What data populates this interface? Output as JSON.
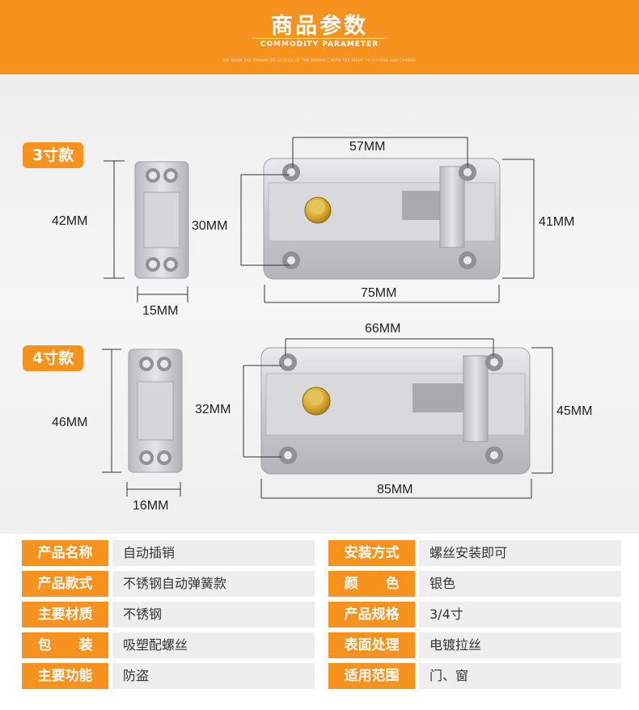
{
  "header": {
    "title": "商品参数",
    "subtitle": "COMMODITY PARAMETER",
    "small_text": "WE SHOW THE PARAMETER DETAILS OF THE PRODUCT WITH THE RIGHT TO CHOOSE AND CHANGE"
  },
  "models": [
    {
      "badge": "3寸款",
      "keeper_height": "42MM",
      "keeper_width": "15MM",
      "hole_spacing": "30MM",
      "top_spacing": "57MM",
      "plate_height": "41MM",
      "plate_length": "75MM"
    },
    {
      "badge": "4寸款",
      "keeper_height": "46MM",
      "keeper_width": "16MM",
      "hole_spacing": "32MM",
      "top_spacing": "66MM",
      "plate_height": "45MM",
      "plate_length": "85MM"
    }
  ],
  "specs": {
    "left": [
      {
        "label": "产品名称",
        "value": "自动插销"
      },
      {
        "label": "产品款式",
        "value": "不锈钢自动弹簧款"
      },
      {
        "label": "主要材质",
        "value": "不锈钢"
      },
      {
        "label": "包　　装",
        "value": "吸塑配螺丝"
      },
      {
        "label": "主要功能",
        "value": "防盗"
      }
    ],
    "right": [
      {
        "label": "安装方式",
        "value": "螺丝安装即可"
      },
      {
        "label": "颜　　色",
        "value": "银色"
      },
      {
        "label": "产品规格",
        "value": "3/4寸"
      },
      {
        "label": "表面处理",
        "value": "电镀拉丝"
      },
      {
        "label": "适用范围",
        "value": "门、窗"
      }
    ]
  },
  "colors": {
    "accent": "#f7921e",
    "cell_bg": "#eeeeee",
    "brass": "#d8a830",
    "steel": "#c9cbce"
  }
}
